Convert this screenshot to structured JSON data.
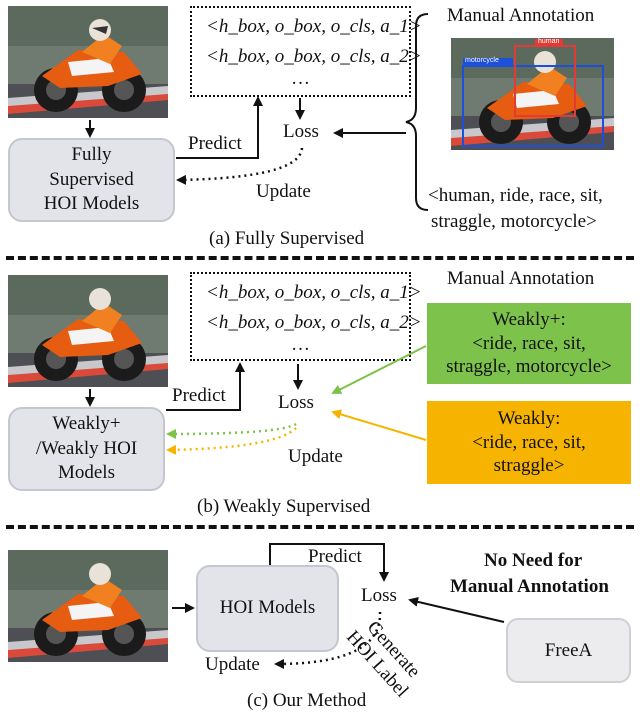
{
  "tuple": {
    "row1": "<h_box, o_box, o_cls, a_1>",
    "row2": "<h_box, o_box, o_cls, a_2>",
    "ellipsis": "…"
  },
  "panel_a": {
    "model_line1": "Fully",
    "model_line2": "Supervised",
    "model_line3": "HOI Models",
    "predict": "Predict",
    "loss": "Loss",
    "update": "Update",
    "manual_title": "Manual Annotation",
    "bbox_human": "human",
    "bbox_motorcycle": "motorcycle",
    "annotation_line1": "<human, ride, race, sit,",
    "annotation_line2": "straggle, motorcycle>",
    "caption": "(a) Fully Supervised"
  },
  "panel_b": {
    "model_line1": "Weakly+",
    "model_line2": "/Weakly HOI",
    "model_line3": "Models",
    "predict": "Predict",
    "loss": "Loss",
    "update": "Update",
    "manual_title": "Manual Annotation",
    "weakly_plus_title": "Weakly+:",
    "weakly_plus_line1": "<ride, race, sit,",
    "weakly_plus_line2": "straggle, motorcycle>",
    "weakly_title": "Weakly:",
    "weakly_line1": "<ride, race, sit,",
    "weakly_line2": "straggle>",
    "caption": "(b) Weakly Supervised"
  },
  "panel_c": {
    "model": "HOI Models",
    "predict": "Predict",
    "loss": "Loss",
    "update": "Update",
    "generate_line1": "Generate",
    "generate_line2": "HOI Label",
    "no_need_line1": "No Need for",
    "no_need_line2": "Manual Annotation",
    "freea": "FreeA",
    "caption": "(c) Our Method"
  },
  "colors": {
    "model_fill": "#e3e4ea",
    "weakly_plus": "#7dc24b",
    "weakly": "#f6b400",
    "green_arrow": "#7dc24b",
    "yellow_arrow": "#f6b400",
    "bbox_red": "#e53935",
    "bbox_blue": "#1e4fd8"
  }
}
